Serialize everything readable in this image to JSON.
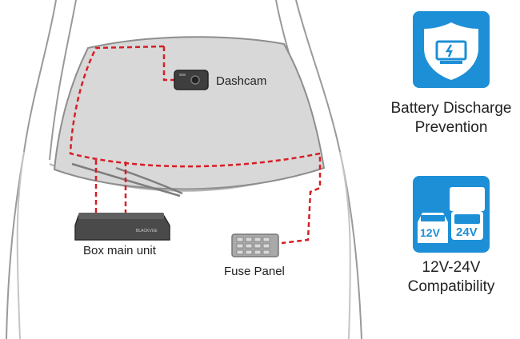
{
  "diagram": {
    "labels": {
      "dashcam": "Dashcam",
      "box_main_unit": "Box main unit",
      "fuse_panel": "Fuse Panel",
      "device_brand": "BLACKVUE"
    },
    "colors": {
      "wire": "#d61f26",
      "windshield": "#d8d8d8",
      "car_outline": "#9a9a9a",
      "device": "#4a4a4a"
    }
  },
  "features": [
    {
      "icon": "battery-shield-icon",
      "line1": "Battery Discharge",
      "line2": "Prevention"
    },
    {
      "icon": "car-truck-voltage-icon",
      "line1": "12V-24V",
      "line2": "Compatibility",
      "badges": {
        "car": "12V",
        "truck": "24V"
      }
    }
  ],
  "accent_color": "#1d8fd6"
}
